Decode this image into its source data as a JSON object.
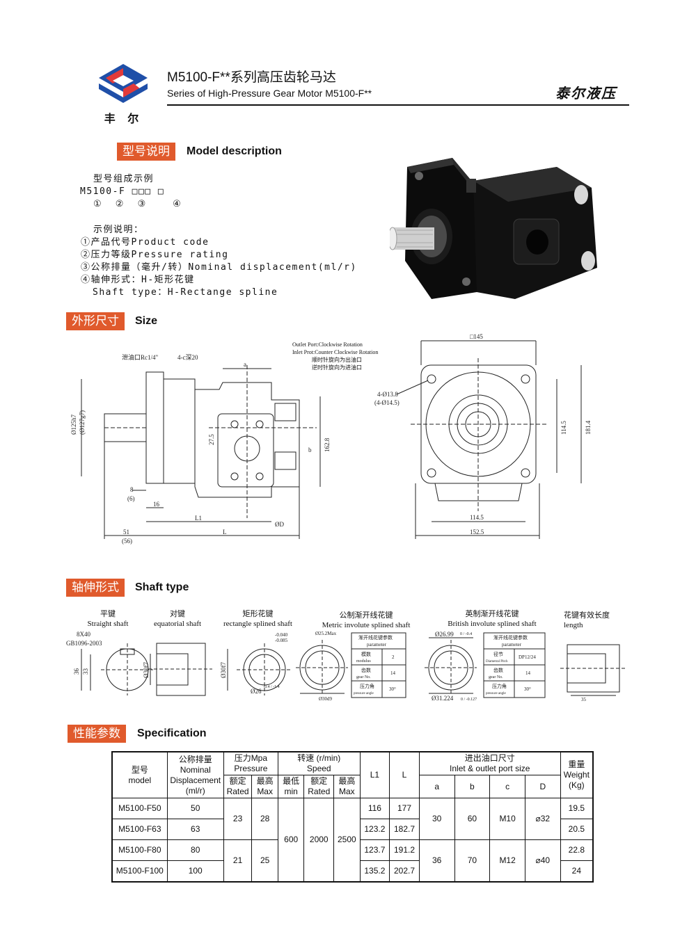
{
  "header": {
    "logo_text": "丰 尔",
    "title_cn": "M5100-F**系列高压齿轮马达",
    "title_en": "Series of High-Pressure Gear Motor M5100-F**",
    "brand": "泰尔液压"
  },
  "model_section": {
    "tag": "型号说明",
    "title": "Model description",
    "example_title": "型号组成示例",
    "code": "M5100-F □□□ □",
    "code_index": "①  ②  ③    ④",
    "explain_title": "示例说明：",
    "lines": [
      "①产品代号Product code",
      "②压力等级Pressure rating",
      "③公称排量（毫升/转）Nominal displacement(ml/r)",
      "④轴伸形式：H-矩形花键",
      "Shaft type：H-Rectange spline"
    ]
  },
  "size_section": {
    "tag": "外形尺寸",
    "title": "Size",
    "labels": {
      "drain": "泄油口Rc1/4\"",
      "holes": "4-c深20",
      "a": "a",
      "outlet_en": "Outlet Port:Clockwise Rotation",
      "inlet_en": "Inlet Prot:Counter Clockwise Rotation",
      "cw_cn": "顺时针旋向为出油口",
      "ccw_cn": "逆时针旋向为进油口",
      "d125": "Ø125h7",
      "d127": "(Ø127g7)",
      "d275": "27.5",
      "b": "b",
      "d1628": "162.8",
      "d8": "8",
      "d6": "(6)",
      "d16": "16",
      "L1": "L1",
      "OD": "ØD",
      "d51": "51",
      "d56": "(56)",
      "L": "L",
      "sq145": "□145",
      "holes_front": "4-Ø13.8",
      "holes_front2": "(4-Ø14.5)",
      "d1145v": "114.5",
      "d1814": "181.4",
      "d1145h": "114.5",
      "d1525": "152.5"
    }
  },
  "shaft_section": {
    "tag": "轴伸形式",
    "title": "Shaft type",
    "types": [
      {
        "cn": "平键",
        "en": "Straight shaft"
      },
      {
        "cn": "对键",
        "en": "equatorial shaft"
      },
      {
        "cn": "矩形花键",
        "en": "rectangle splined shaft"
      },
      {
        "cn": "公制渐开线花键",
        "en": "Metric involute splined shaft"
      },
      {
        "cn": "英制渐开线花键",
        "en": "British involute splined shaft"
      },
      {
        "cn": "花键有效长度",
        "en": "length"
      }
    ],
    "labels": {
      "key": "8X40",
      "std": "GB1096-2003",
      "d36": "36",
      "d33": "33",
      "d30f7a": "Ø30f7",
      "d30f7b": "Ø30f7",
      "tol1": "-0.040",
      "tol2": "-0.085",
      "d26": "Ø26",
      "d26tol": "-0.4 / -1.4",
      "d252": "Ø25.2Max",
      "d30d9": "Ø30d9",
      "d2699": "Ø26.99",
      "d2699tol": "0 / -0.4",
      "d31224": "Ø31.224",
      "d31224tol": "0 / -0.127",
      "d35": "35"
    },
    "metric_table": {
      "title1": "渐开线花键参数",
      "title2": "parameter",
      "rows": [
        {
          "k1": "模数",
          "k2": "modulus",
          "v": "2"
        },
        {
          "k1": "齿数",
          "k2": "gear No.",
          "v": "14"
        },
        {
          "k1": "压力角",
          "k2": "pressure angle",
          "v": "30°"
        }
      ]
    },
    "british_table": {
      "title1": "渐开线花键参数",
      "title2": "parameter",
      "rows": [
        {
          "k1": "径节",
          "k2": "Diametral Pitch",
          "v": "DP12/24"
        },
        {
          "k1": "齿数",
          "k2": "gear No.",
          "v": "14"
        },
        {
          "k1": "压力角",
          "k2": "pressure angle",
          "v": "30°"
        }
      ]
    }
  },
  "spec_section": {
    "tag": "性能参数",
    "title": "Specification",
    "head": {
      "model": "型号\nmodel",
      "model_cn": "型号",
      "model_en": "model",
      "disp_cn": "公称排量",
      "disp_en": "Nominal",
      "disp_en2": "Displacement",
      "disp_unit": "(ml/r)",
      "press": "压力Mpa",
      "press_en": "Pressure",
      "rated_cn": "额定",
      "rated_en": "Rated",
      "max_cn": "最高",
      "max_en": "Max",
      "speed": "转速 (r/min)",
      "speed_en": "Speed",
      "min_cn": "最低",
      "min_en": "min",
      "L1": "L1",
      "L": "L",
      "port_cn": "进出油口尺寸",
      "port_en": "Inlet & outlet port size",
      "a": "a",
      "b": "b",
      "c": "c",
      "D": "D",
      "weight_cn": "重量",
      "weight_en": "Weight",
      "weight_unit": "(Kg)"
    },
    "rows": [
      {
        "model": "M5100-F50",
        "disp": "50",
        "L1": "116",
        "L": "177",
        "weight": "19.5"
      },
      {
        "model": "M5100-F63",
        "disp": "63",
        "L1": "123.2",
        "L": "182.7",
        "weight": "20.5"
      },
      {
        "model": "M5100-F80",
        "disp": "80",
        "L1": "123.7",
        "L": "191.2",
        "weight": "22.8"
      },
      {
        "model": "M5100-F100",
        "disp": "100",
        "L1": "135.2",
        "L": "202.7",
        "weight": "24"
      }
    ],
    "pressure_groups": [
      {
        "rated": "23",
        "max": "28"
      },
      {
        "rated": "21",
        "max": "25"
      }
    ],
    "speed": {
      "min": "600",
      "rated": "2000",
      "max": "2500"
    },
    "port_groups": [
      {
        "a": "30",
        "b": "60",
        "c": "M10",
        "D": "⌀32"
      },
      {
        "a": "36",
        "b": "70",
        "c": "M12",
        "D": "⌀40"
      }
    ]
  }
}
